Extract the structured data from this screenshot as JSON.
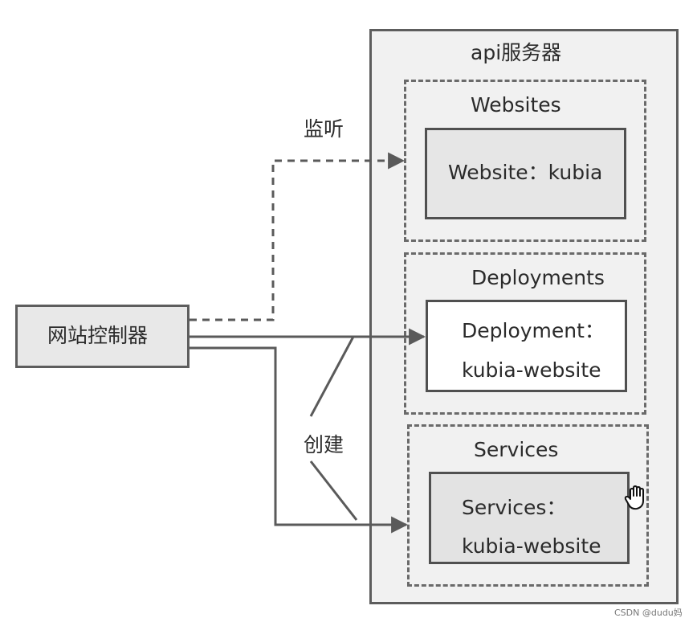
{
  "api_server": {
    "label": "api服务器"
  },
  "websites": {
    "label": "Websites",
    "item": "Website：kubia"
  },
  "deployments": {
    "label": "Deployments",
    "item_line1": "Deployment：",
    "item_line2": "kubia-website"
  },
  "services": {
    "label": "Services",
    "item_line1": "Services：",
    "item_line2": "kubia-website"
  },
  "controller": {
    "label": "网站控制器"
  },
  "edges": {
    "watch_label": "监听",
    "create_label": "创建"
  },
  "watermark": "CSDN @dudu妈",
  "colors": {
    "box_border": "#5d5d5d",
    "panel_fill": "#f1f1f1",
    "arrow": "#5a5a5a"
  },
  "icons": [
    "hand-cursor-icon"
  ]
}
